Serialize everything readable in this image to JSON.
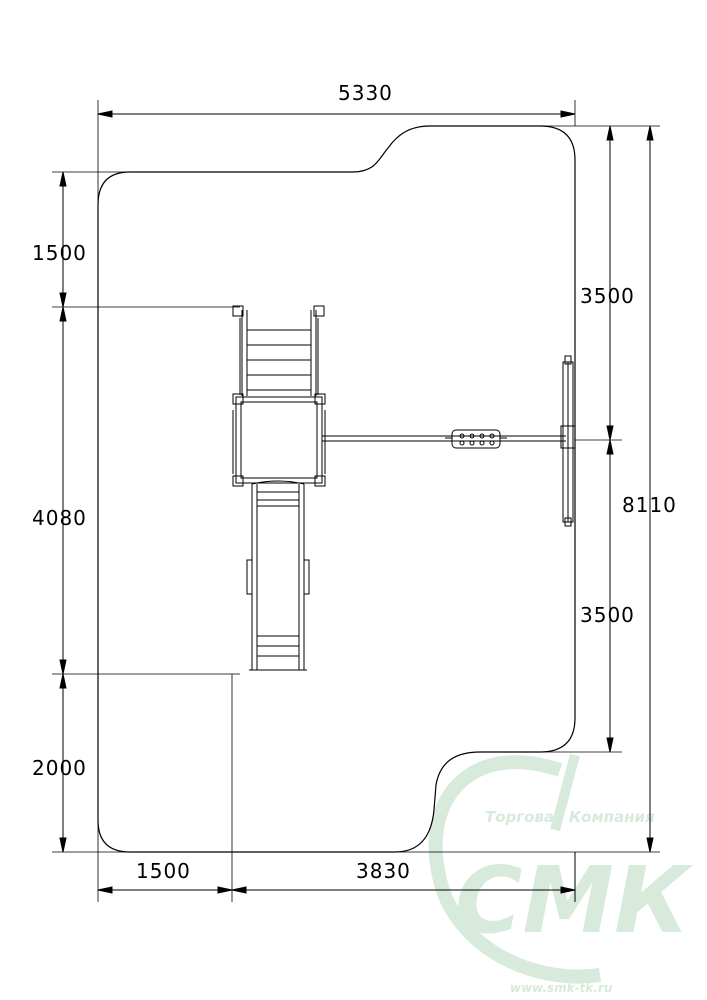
{
  "dimensions": {
    "overall_width": "5330",
    "overall_length": "8110",
    "top_offset": "1500",
    "tower_length": "4080",
    "bottom_offset": "2000",
    "left_offset": "1500",
    "right_span": "3830",
    "swing_upper": "3500",
    "swing_lower": "3500"
  },
  "watermark": {
    "company_tagline": "Торговая Компания",
    "company_logo": "СМК",
    "website": "www.smk-tk.ru"
  },
  "colors": {
    "line": "#000000",
    "watermark": "#d7eadb"
  }
}
